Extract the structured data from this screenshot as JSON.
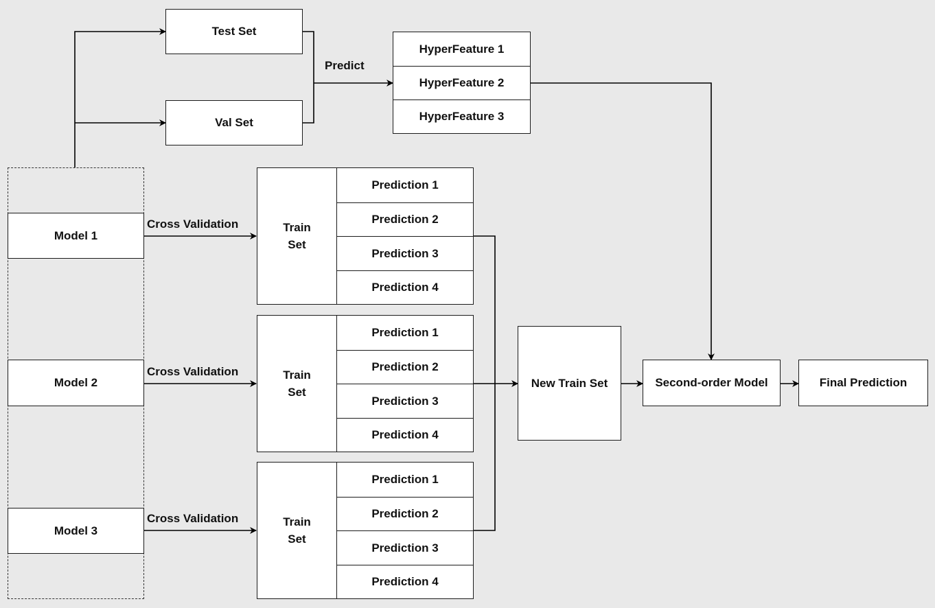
{
  "colors": {
    "background": "#e9e9e9",
    "box": "#ffffff",
    "stroke": "#1a1a1a"
  },
  "inputs": {
    "test_set": "Test Set",
    "val_set": "Val Set"
  },
  "predict_label": "Predict",
  "hyper_features": [
    "HyperFeature 1",
    "HyperFeature 2",
    "HyperFeature 3"
  ],
  "models": [
    "Model 1",
    "Model 2",
    "Model 3"
  ],
  "edge_label_cv": "Cross Validation",
  "train_set_label": "Train\nSet",
  "predictions": [
    "Prediction 1",
    "Prediction 2",
    "Prediction 3",
    "Prediction 4"
  ],
  "new_train_set": "New Train Set",
  "second_order_model": "Second-order Model",
  "final_prediction": "Final Prediction"
}
